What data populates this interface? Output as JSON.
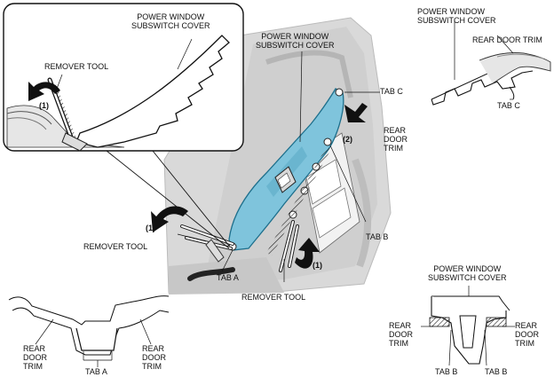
{
  "labels": {
    "inset_cover": [
      "POWER WINDOW",
      "SUBSWITCH COVER"
    ],
    "inset_tool": "REMOVER TOOL",
    "inset_step": "(1)",
    "main_cover": [
      "POWER WINDOW",
      "SUBSWITCH COVER"
    ],
    "tab_c": "TAB C",
    "step_2": "(2)",
    "rear_door_trim_main": [
      "REAR",
      "DOOR",
      "TRIM"
    ],
    "step_1_left": "(1)",
    "remover_tool_left": "REMOVER TOOL",
    "tab_a": "TAB A",
    "tab_b": "TAB B",
    "step_1_right": "(1)",
    "remover_tool_bottom": "REMOVER TOOL",
    "tr_cover": [
      "POWER WINDOW",
      "SUBSWITCH COVER"
    ],
    "tr_trim": "REAR DOOR TRIM",
    "tr_tab_c": "TAB C",
    "bl_trim_left": [
      "REAR",
      "DOOR",
      "TRIM"
    ],
    "bl_trim_right": [
      "REAR",
      "DOOR",
      "TRIM"
    ],
    "bl_tab_a": "TAB A",
    "br_cover": [
      "POWER WINDOW",
      "SUBSWITCH COVER"
    ],
    "br_trim_left": [
      "REAR",
      "DOOR",
      "TRIM"
    ],
    "br_trim_right": [
      "REAR",
      "DOOR",
      "TRIM"
    ],
    "br_tab_b_left": "TAB B",
    "br_tab_b_right": "TAB B"
  },
  "colors": {
    "cover_fill": "#7fc4dc",
    "cover_stroke": "#1d6f8c",
    "trim_fill": "#e6e6e6",
    "trim_dark": "#c9c9c9",
    "line": "#111111"
  }
}
